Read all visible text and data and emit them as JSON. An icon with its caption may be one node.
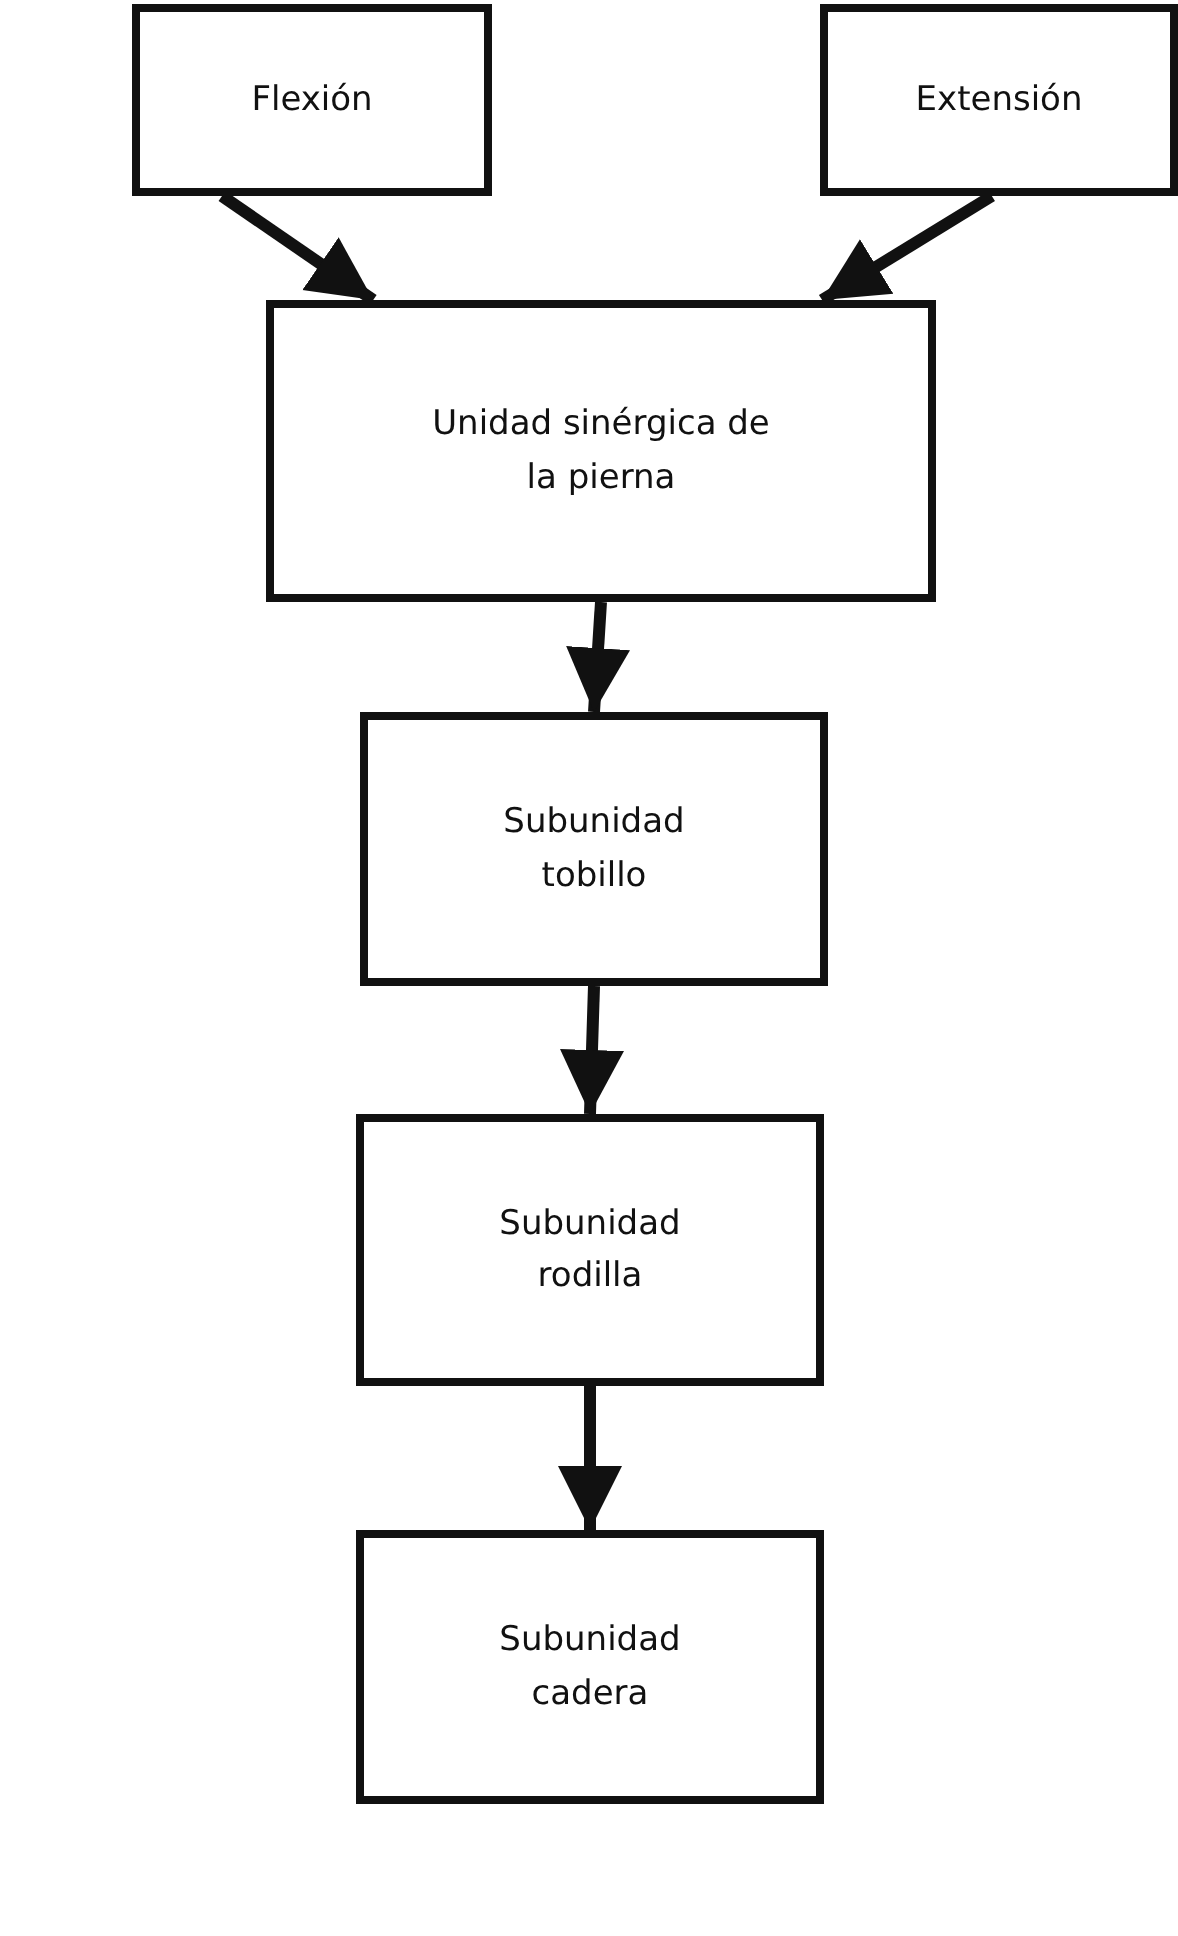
{
  "diagram": {
    "nodes": [
      {
        "text": [
          "Flexión"
        ]
      },
      {
        "text": [
          "Extensión"
        ]
      },
      {
        "text": [
          "Unidad sinérgica de la pierna"
        ]
      },
      {
        "text": [
          "Subunidad tobillo"
        ]
      },
      {
        "text": [
          "Subunidad rodilla"
        ]
      },
      {
        "text": [
          "Subunidad cadera"
        ]
      }
    ],
    "edges": [
      {
        "from": 0,
        "to": 2,
        "arrow": "to"
      },
      {
        "from": 1,
        "to": 2,
        "arrow": "to"
      },
      {
        "from": 2,
        "to": 3,
        "arrow": "to"
      },
      {
        "from": 3,
        "to": 4,
        "arrow": "to"
      },
      {
        "from": 4,
        "to": 5,
        "arrow": "to"
      }
    ]
  }
}
